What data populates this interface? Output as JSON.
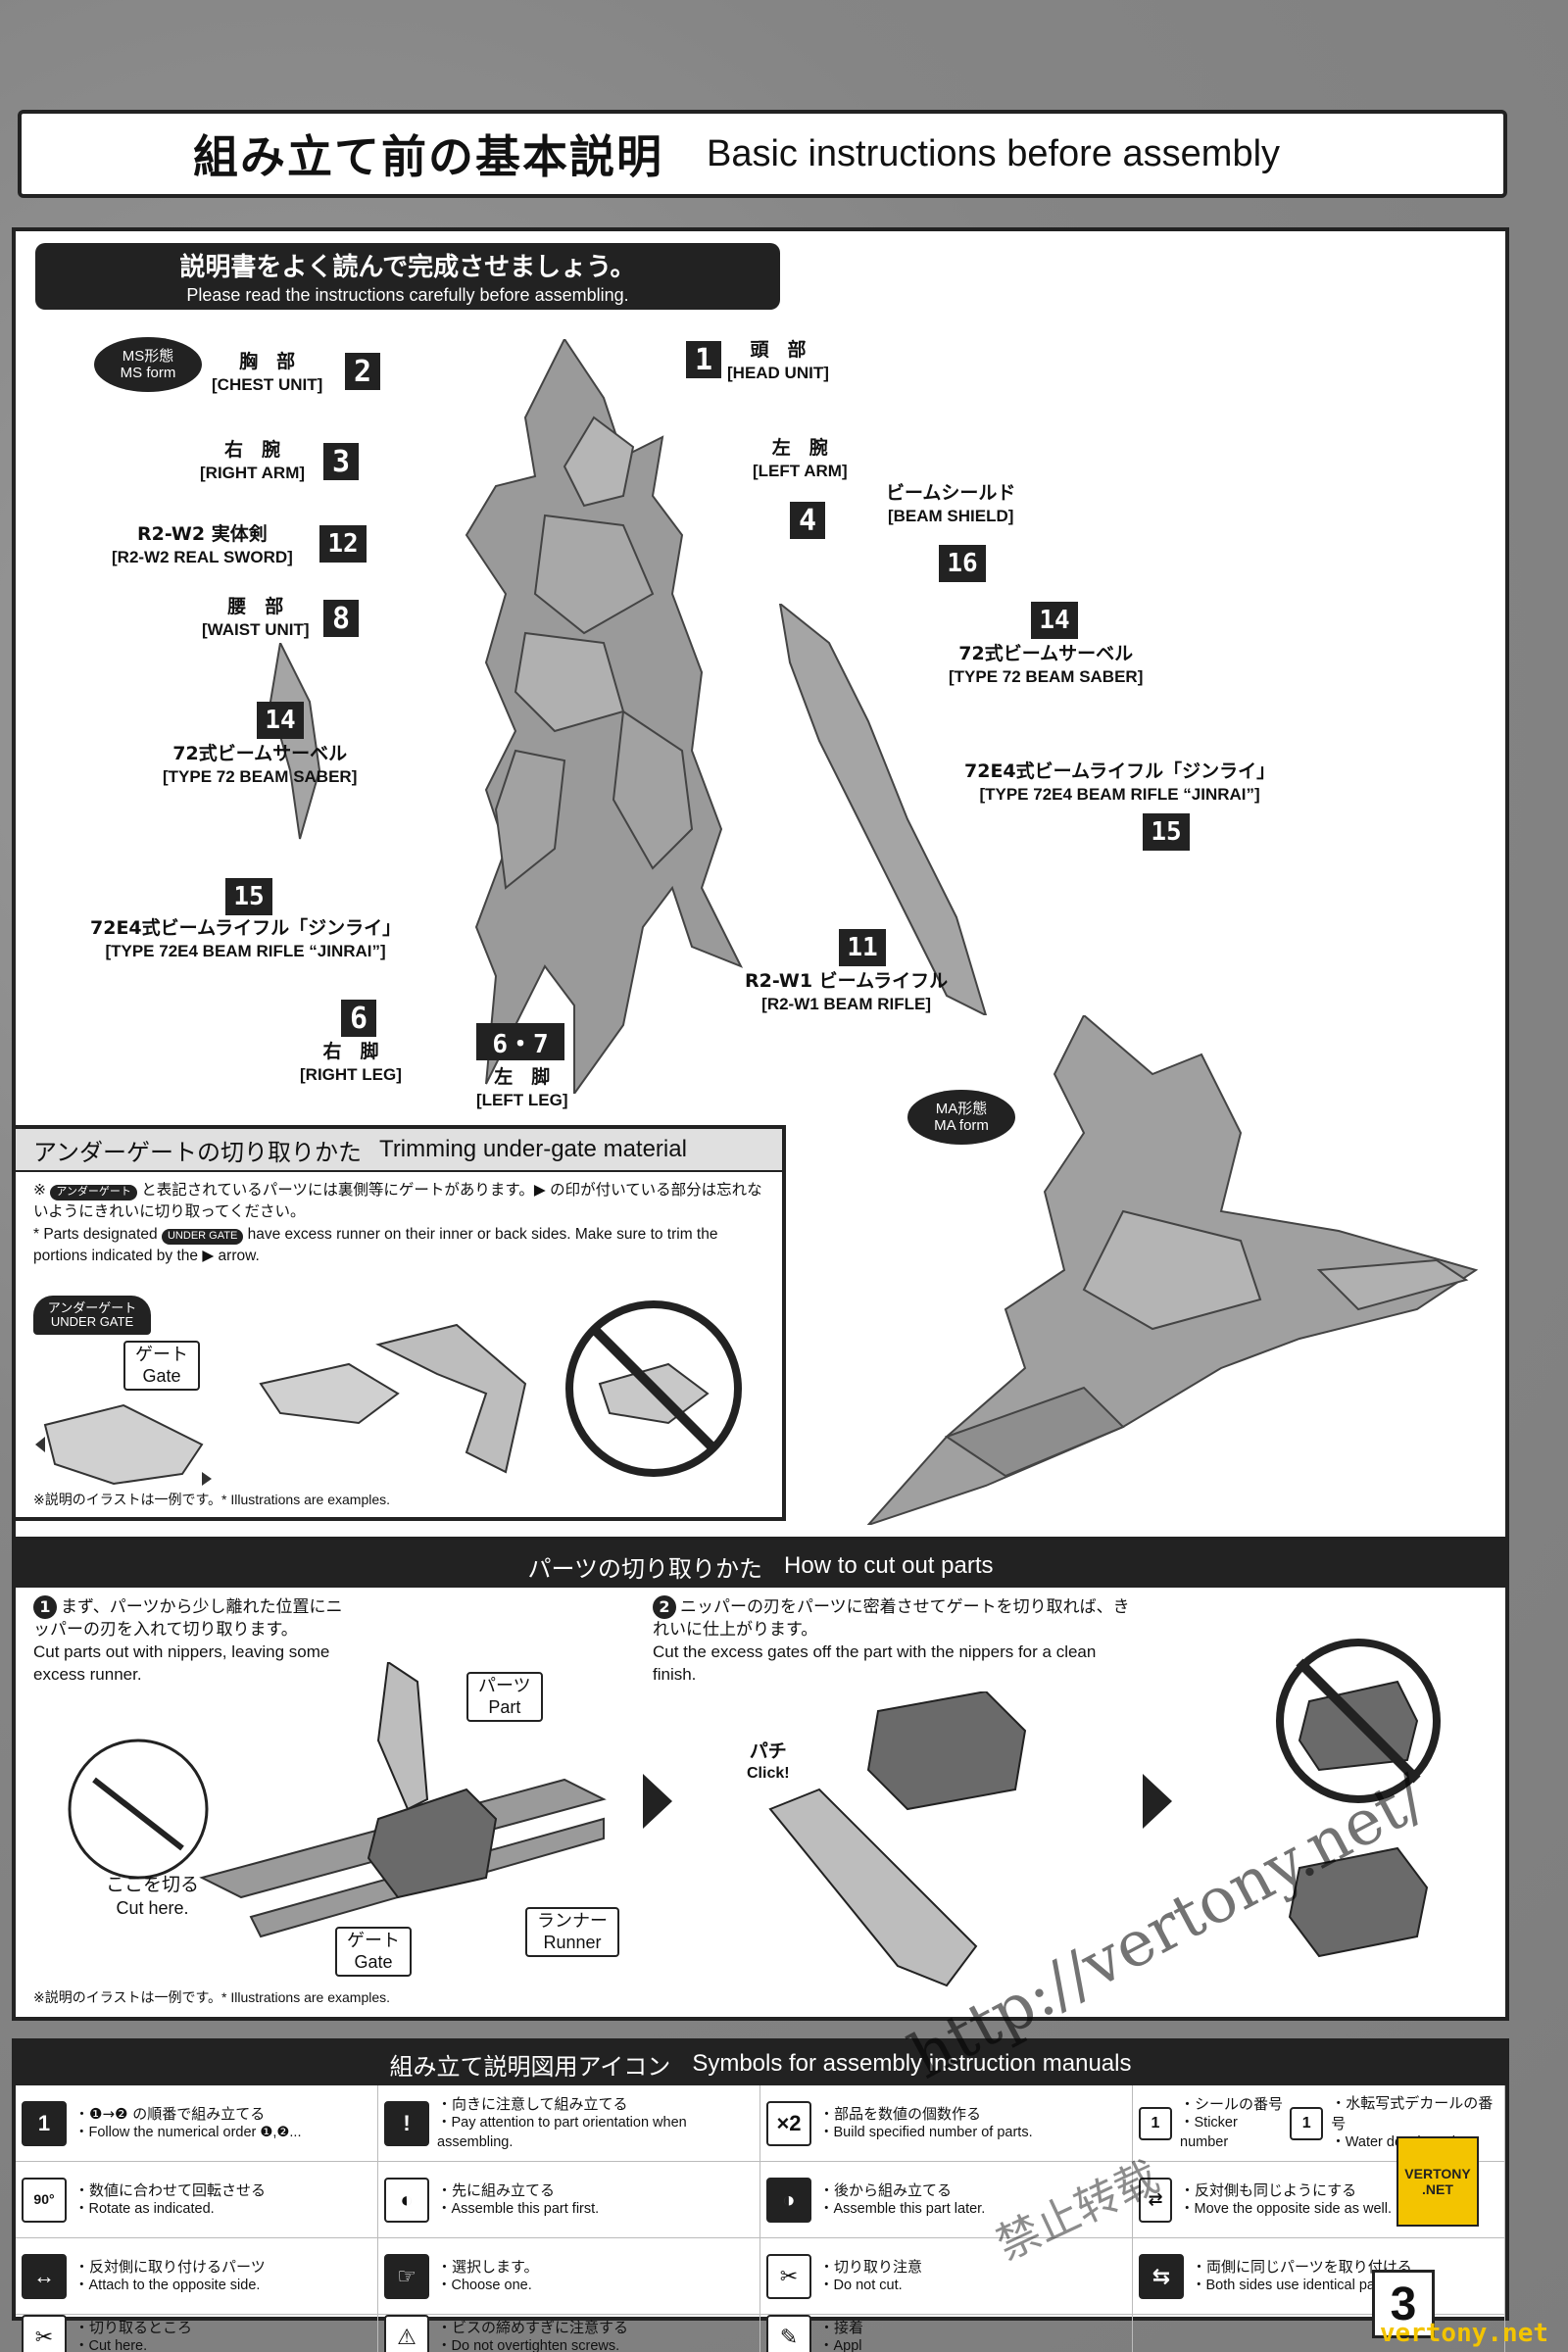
{
  "header": {
    "title_jp": "組み立て前の基本説明",
    "title_en": "Basic instructions before assembly"
  },
  "intro": {
    "jp": "説明書をよく読んで完成させましょう。",
    "en": "Please read the instructions carefully before assembling."
  },
  "ms_form": {
    "jp": "MS形態",
    "en": "MS form"
  },
  "ma_form": {
    "jp": "MA形態",
    "en": "MA form"
  },
  "parts": [
    {
      "num": "1",
      "jp": "頭　部",
      "en": "[HEAD UNIT]"
    },
    {
      "num": "2",
      "jp": "胸　部",
      "en": "[CHEST UNIT]"
    },
    {
      "num": "3",
      "jp": "右　腕",
      "en": "[RIGHT ARM]"
    },
    {
      "num": "4",
      "jp": "左　腕",
      "en": "[LEFT ARM]"
    },
    {
      "num": "12",
      "jp": "R2-W2 実体剣",
      "en": "[R2-W2 REAL SWORD]"
    },
    {
      "num": "8",
      "jp": "腰　部",
      "en": "[WAIST UNIT]"
    },
    {
      "num": "16",
      "jp": "ビームシールド",
      "en": "[BEAM SHIELD]"
    },
    {
      "num": "14",
      "jp": "72式ビームサーベル",
      "en": "[TYPE 72 BEAM SABER]"
    },
    {
      "num": "14",
      "jp": "72式ビームサーベル",
      "en": "[TYPE 72 BEAM SABER]"
    },
    {
      "num": "15",
      "jp": "72E4式ビームライフル「ジンライ」",
      "en": "[TYPE 72E4 BEAM RIFLE “JINRAI”]"
    },
    {
      "num": "15",
      "jp": "72E4式ビームライフル「ジンライ」",
      "en": "[TYPE 72E4 BEAM RIFLE “JINRAI”]"
    },
    {
      "num": "11",
      "jp": "R2-W1 ビームライフル",
      "en": "[R2-W1 BEAM RIFLE]"
    },
    {
      "num": "6",
      "jp": "右　脚",
      "en": "[RIGHT LEG]"
    },
    {
      "num": "6・7",
      "jp": "左　脚",
      "en": "[LEFT LEG]"
    }
  ],
  "under_gate": {
    "title_jp": "アンダーゲートの切り取りかた",
    "title_en": "Trimming under-gate material",
    "note_jp_1": "※",
    "note_jp_tag": "アンダーゲート",
    "note_jp_2": "と表記されているパーツには裏側等にゲートがあります。▶ の印が付いている部分は忘れないようにきれいに切り取ってください。",
    "note_en_1": "* Parts designated",
    "note_en_tag": "UNDER GATE",
    "note_en_2": "have excess runner on their inner or back sides. Make sure to trim the portions indicated by the ▶ arrow.",
    "badge_jp": "アンダーゲート",
    "badge_en": "UNDER GATE",
    "gate_jp": "ゲート",
    "gate_en": "Gate",
    "footnote": "※説明のイラストは一例です。* Illustrations are examples."
  },
  "cut_parts": {
    "title_jp": "パーツの切り取りかた",
    "title_en": "How to cut out parts",
    "step1_num": "1",
    "step1_jp": "まず、パーツから少し離れた位置にニッパーの刃を入れて切り取ります。",
    "step1_en": "Cut parts out with nippers, leaving some excess runner.",
    "step2_num": "2",
    "step2_jp": "ニッパーの刃をパーツに密着させてゲートを切り取れば、きれいに仕上がります。",
    "step2_en": "Cut the excess gates off the part with the nippers for a clean finish.",
    "parts_jp": "パーツ",
    "parts_en": "Part",
    "cut_here_jp": "ここを切る",
    "cut_here_en": "Cut here.",
    "gate_jp": "ゲート",
    "gate_en": "Gate",
    "runner_jp": "ランナー",
    "runner_en": "Runner",
    "click_jp": "パチ",
    "click_en": "Click!",
    "footnote": "※説明のイラストは一例です。* Illustrations are examples."
  },
  "symbols": {
    "title_jp": "組み立て説明図用アイコン",
    "title_en": "Symbols for assembly instruction manuals",
    "items": [
      {
        "icon": "1",
        "jp": "・❶→❷ の順番で組み立てる",
        "en": "・Follow the numerical order ❶,❷..."
      },
      {
        "icon": "!",
        "jp": "・向きに注意して組み立てる",
        "en": "・Pay attention to part orientation when assembling."
      },
      {
        "icon": "×2",
        "jp": "・部品を数値の個数作る",
        "en": "・Build specified number of parts."
      },
      {
        "icon": "1",
        "jp": "・シールの番号",
        "en": "・Sticker number"
      },
      {
        "icon": "1",
        "jp": "・水転写式デカールの番号",
        "en": "・Water decal number"
      },
      {
        "icon": "90°",
        "jp": "・数値に合わせて回転させる",
        "en": "・Rotate as indicated."
      },
      {
        "icon": "◐",
        "jp": "・先に組み立てる",
        "en": "・Assemble this part first."
      },
      {
        "icon": "◑",
        "jp": "・後から組み立てる",
        "en": "・Assemble this part later."
      },
      {
        "icon": "⇄",
        "jp": "・反対側も同じようにする",
        "en": "・Move the opposite side as well."
      },
      {
        "icon": "⇆",
        "jp": "・両側に同じパーツを取り付ける",
        "en": "・Both sides use identical parts."
      },
      {
        "icon": "↔",
        "jp": "・反対側に取り付けるパーツ",
        "en": "・Attach to the opposite side."
      },
      {
        "icon": "☞",
        "jp": "・選択します。",
        "en": "・Choose one."
      },
      {
        "icon": "✂",
        "jp": "・切り取り注意",
        "en": "・Do not cut."
      },
      {
        "icon": "✂",
        "jp": "・切り取るところ",
        "en": "・Cut here."
      },
      {
        "icon": "⚠",
        "jp": "・ビスの締めすぎに注意する",
        "en": "・Do not overtighten screws."
      },
      {
        "icon": "✎",
        "jp": "・接着",
        "en": "・Appl"
      }
    ]
  },
  "page_number": "3",
  "watermark": "http://vertony.net/",
  "watermark_cn": "禁止转载",
  "badge": {
    "line1": "VERTONY",
    "line2": ".NET"
  },
  "site_url": "vertony.net",
  "colors": {
    "ink": "#222222",
    "paper": "#ffffff",
    "background": "#8d8d8d",
    "badge": "#f3c400"
  }
}
